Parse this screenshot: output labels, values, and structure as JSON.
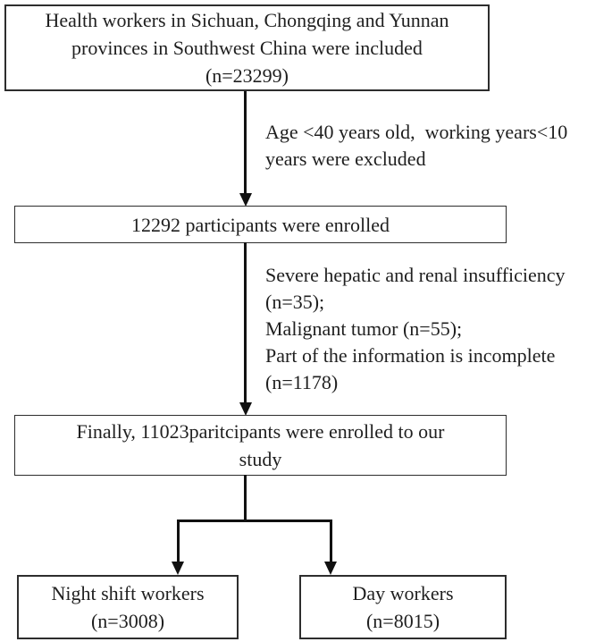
{
  "figure": {
    "type": "flow-diagram",
    "description_colors": {
      "line": "#111111",
      "border": "#2d2d2d",
      "text": "#1f1f1f",
      "background": "#ffffff"
    }
  },
  "nodes": {
    "included": {
      "label": "Health workers in Sichuan, Chongqing and Yunnan\nprovinces in Southwest China were included\n(n=23299)"
    },
    "enrolled": {
      "label": "12292 participants were enrolled"
    },
    "final": {
      "label": "Finally, 11023paritcipants were enrolled to our\nstudy"
    },
    "night_shift": {
      "label": "Night shift workers\n(n=3008)"
    },
    "day_workers": {
      "label": "Day workers\n(n=8015)"
    }
  },
  "annotations": {
    "exclusion1": {
      "label": "Age <40 years old,  working years<10\nyears were excluded"
    },
    "exclusion2": {
      "label": "Severe hepatic and renal insufficiency\n(n=35);\nMalignant tumor (n=55);\nPart of the information is incomplete\n(n=1178)"
    }
  }
}
